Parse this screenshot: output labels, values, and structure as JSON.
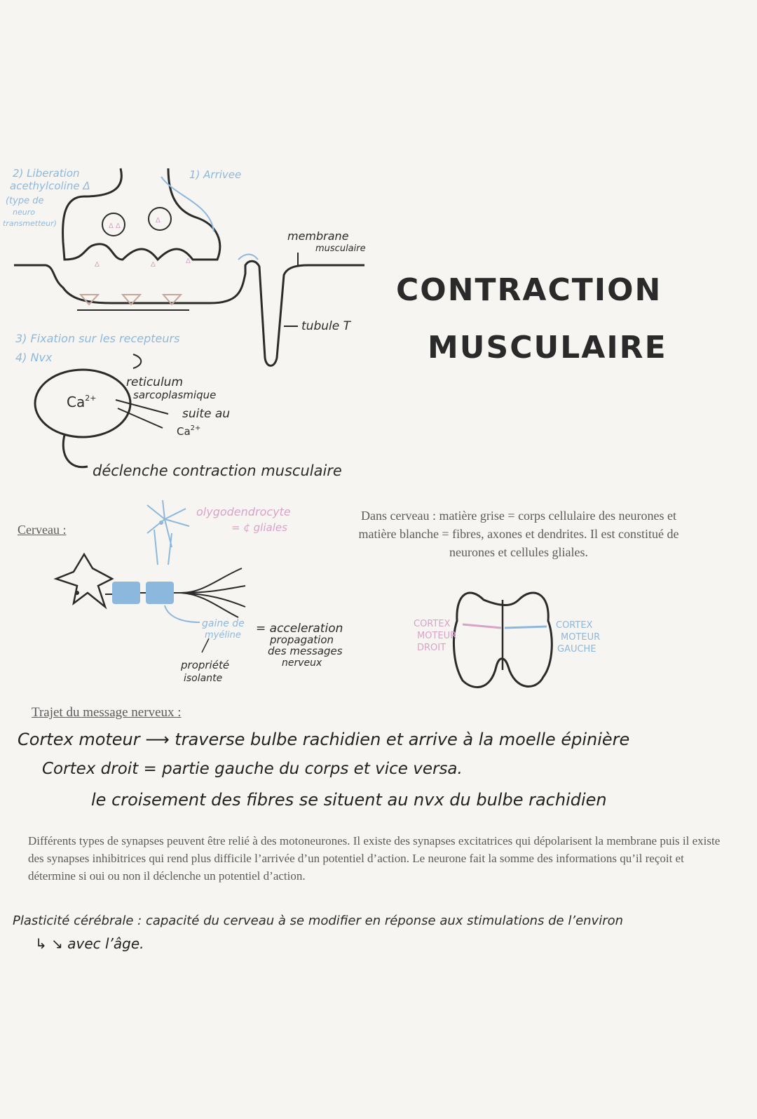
{
  "diagram1": {
    "step2": [
      "2) Liberation",
      "acethylcoline Δ",
      "(type de",
      "neuro",
      "transmetteur)"
    ],
    "step1": "1) Arrivee",
    "step3": "3) Fixation sur les recepteurs",
    "step4": "4) Nvx",
    "membrane": [
      "membrane",
      "musculaire"
    ],
    "tubule": "tubule T",
    "reticulum": [
      "reticulum",
      "sarcoplasmique"
    ],
    "suite": "suite au",
    "ca_label": "Ca",
    "ca_sup": "2+",
    "ca2": "Ca",
    "ca2_sup": "2+",
    "declenche": "déclenche contraction musculaire"
  },
  "title": {
    "line1": "CONTRACTION",
    "line2": "MUSCULAIRE"
  },
  "brain": {
    "caption": "Cerveau :",
    "oligo": [
      "olygodendrocyte",
      "= ¢ gliales"
    ],
    "gaine": [
      "gaine de",
      "myéline"
    ],
    "acceleration": [
      "= acceleration",
      "propagation",
      "des messages",
      "nerveux"
    ],
    "propriete": [
      "propriété",
      "isolante"
    ],
    "intro": "Dans cerveau : matière grise = corps cellulaire des neurones et matière blanche = fibres, axones et dendrites. Il est constitué de neurones et cellules gliales.",
    "cortex_droit": [
      "CORTEX",
      "MOTEUR",
      "DROIT"
    ],
    "cortex_gauche": [
      "CORTEX",
      "MOTEUR",
      "GAUCHE"
    ]
  },
  "trajet": {
    "title": "Trajet du message nerveux :",
    "line1": "Cortex moteur ⟶ traverse bulbe rachidien et arrive à la moelle épinière",
    "line2": "Cortex droit = partie gauche du corps et vice versa.",
    "line3": "le croisement des fibres se situent au nvx du bulbe rachidien"
  },
  "paragraph": "Différents types de synapses peuvent être relié à des motoneurones. Il existe des synapses excitatrices qui dépolarisent la membrane puis il existe des synapses inhibitrices qui rend plus difficile l’arrivée d’un potentiel d’action. Le neurone fait la somme des informations qu’il reçoit et détermine si oui ou non il déclenche un potentiel d’action.",
  "plasticite": {
    "line1": "Plasticité cérébrale : capacité du cerveau à se modifier en réponse aux stimulations de l’environ",
    "line2": "↳ ↘ avec l’âge."
  },
  "colors": {
    "ink": "#2b2b2b",
    "blue": "#8db8dd",
    "pink": "#d9a3c8",
    "brown": "#c8a59a"
  }
}
